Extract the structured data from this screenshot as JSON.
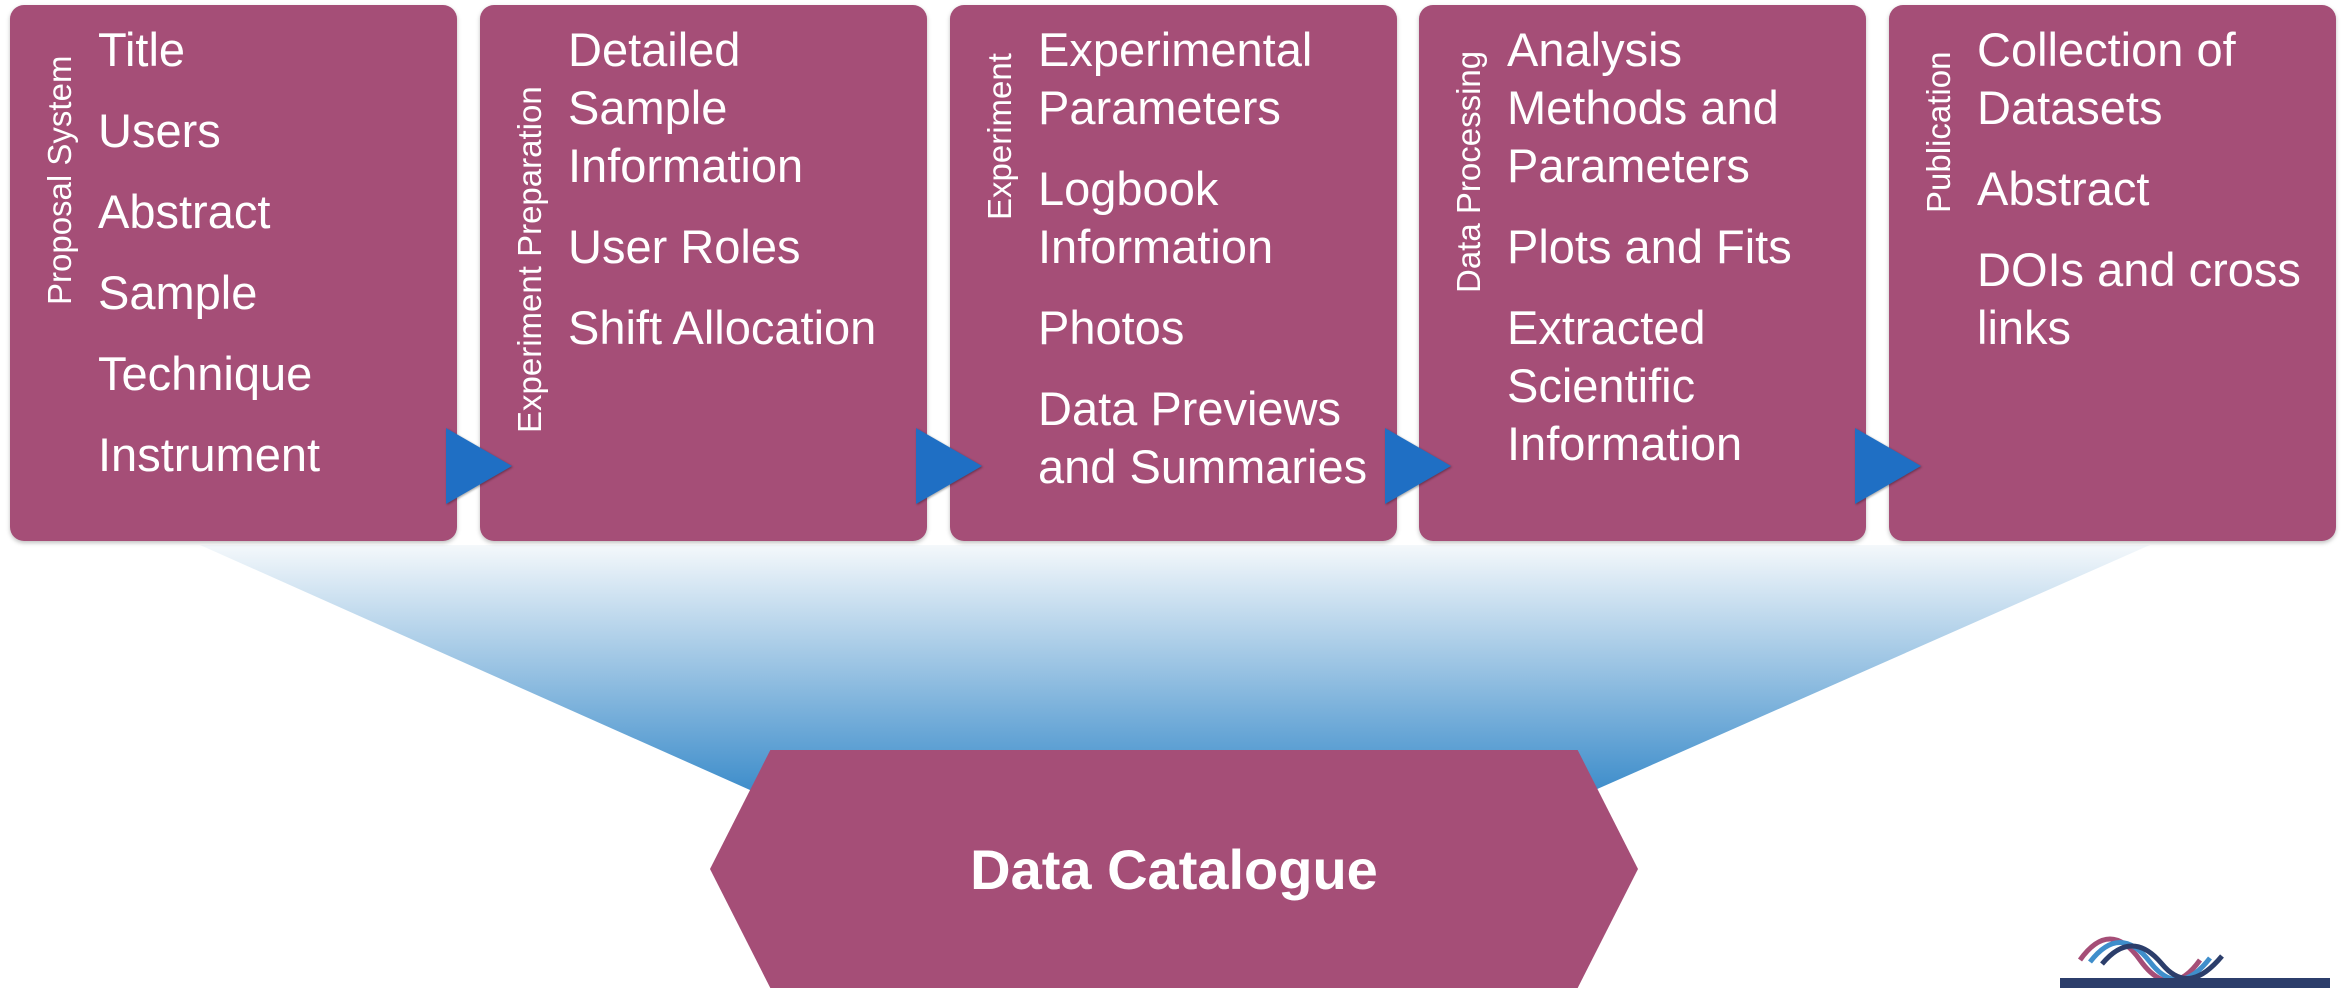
{
  "stages": [
    {
      "label": "Proposal System",
      "items": [
        "Title",
        "Users",
        "Abstract",
        "Sample",
        "Technique",
        "Instrument"
      ]
    },
    {
      "label": "Experiment Preparation",
      "items": [
        "Detailed Sample Information",
        "User Roles",
        "Shift Allocation"
      ]
    },
    {
      "label": "Experiment",
      "items": [
        "Experimental Parameters",
        "Logbook Information",
        "Photos",
        "Data Previews and Summaries"
      ]
    },
    {
      "label": "Data Processing",
      "items": [
        "Analysis Methods and Parameters",
        "Plots and Fits",
        "Extracted Scientific Information"
      ]
    },
    {
      "label": "Publication",
      "items": [
        "Collection of Datasets",
        "Abstract",
        "DOIs and cross links"
      ]
    }
  ],
  "catalogue": {
    "label": "Data Catalogue"
  },
  "colors": {
    "box": "#a54e77",
    "arrow": "#1f6fc4",
    "funnel_top": "#f2f7fb",
    "funnel_bottom": "#4a97d0"
  },
  "icons": {
    "arrow": "right-triangle-icon",
    "logo": "panosc-logo"
  }
}
